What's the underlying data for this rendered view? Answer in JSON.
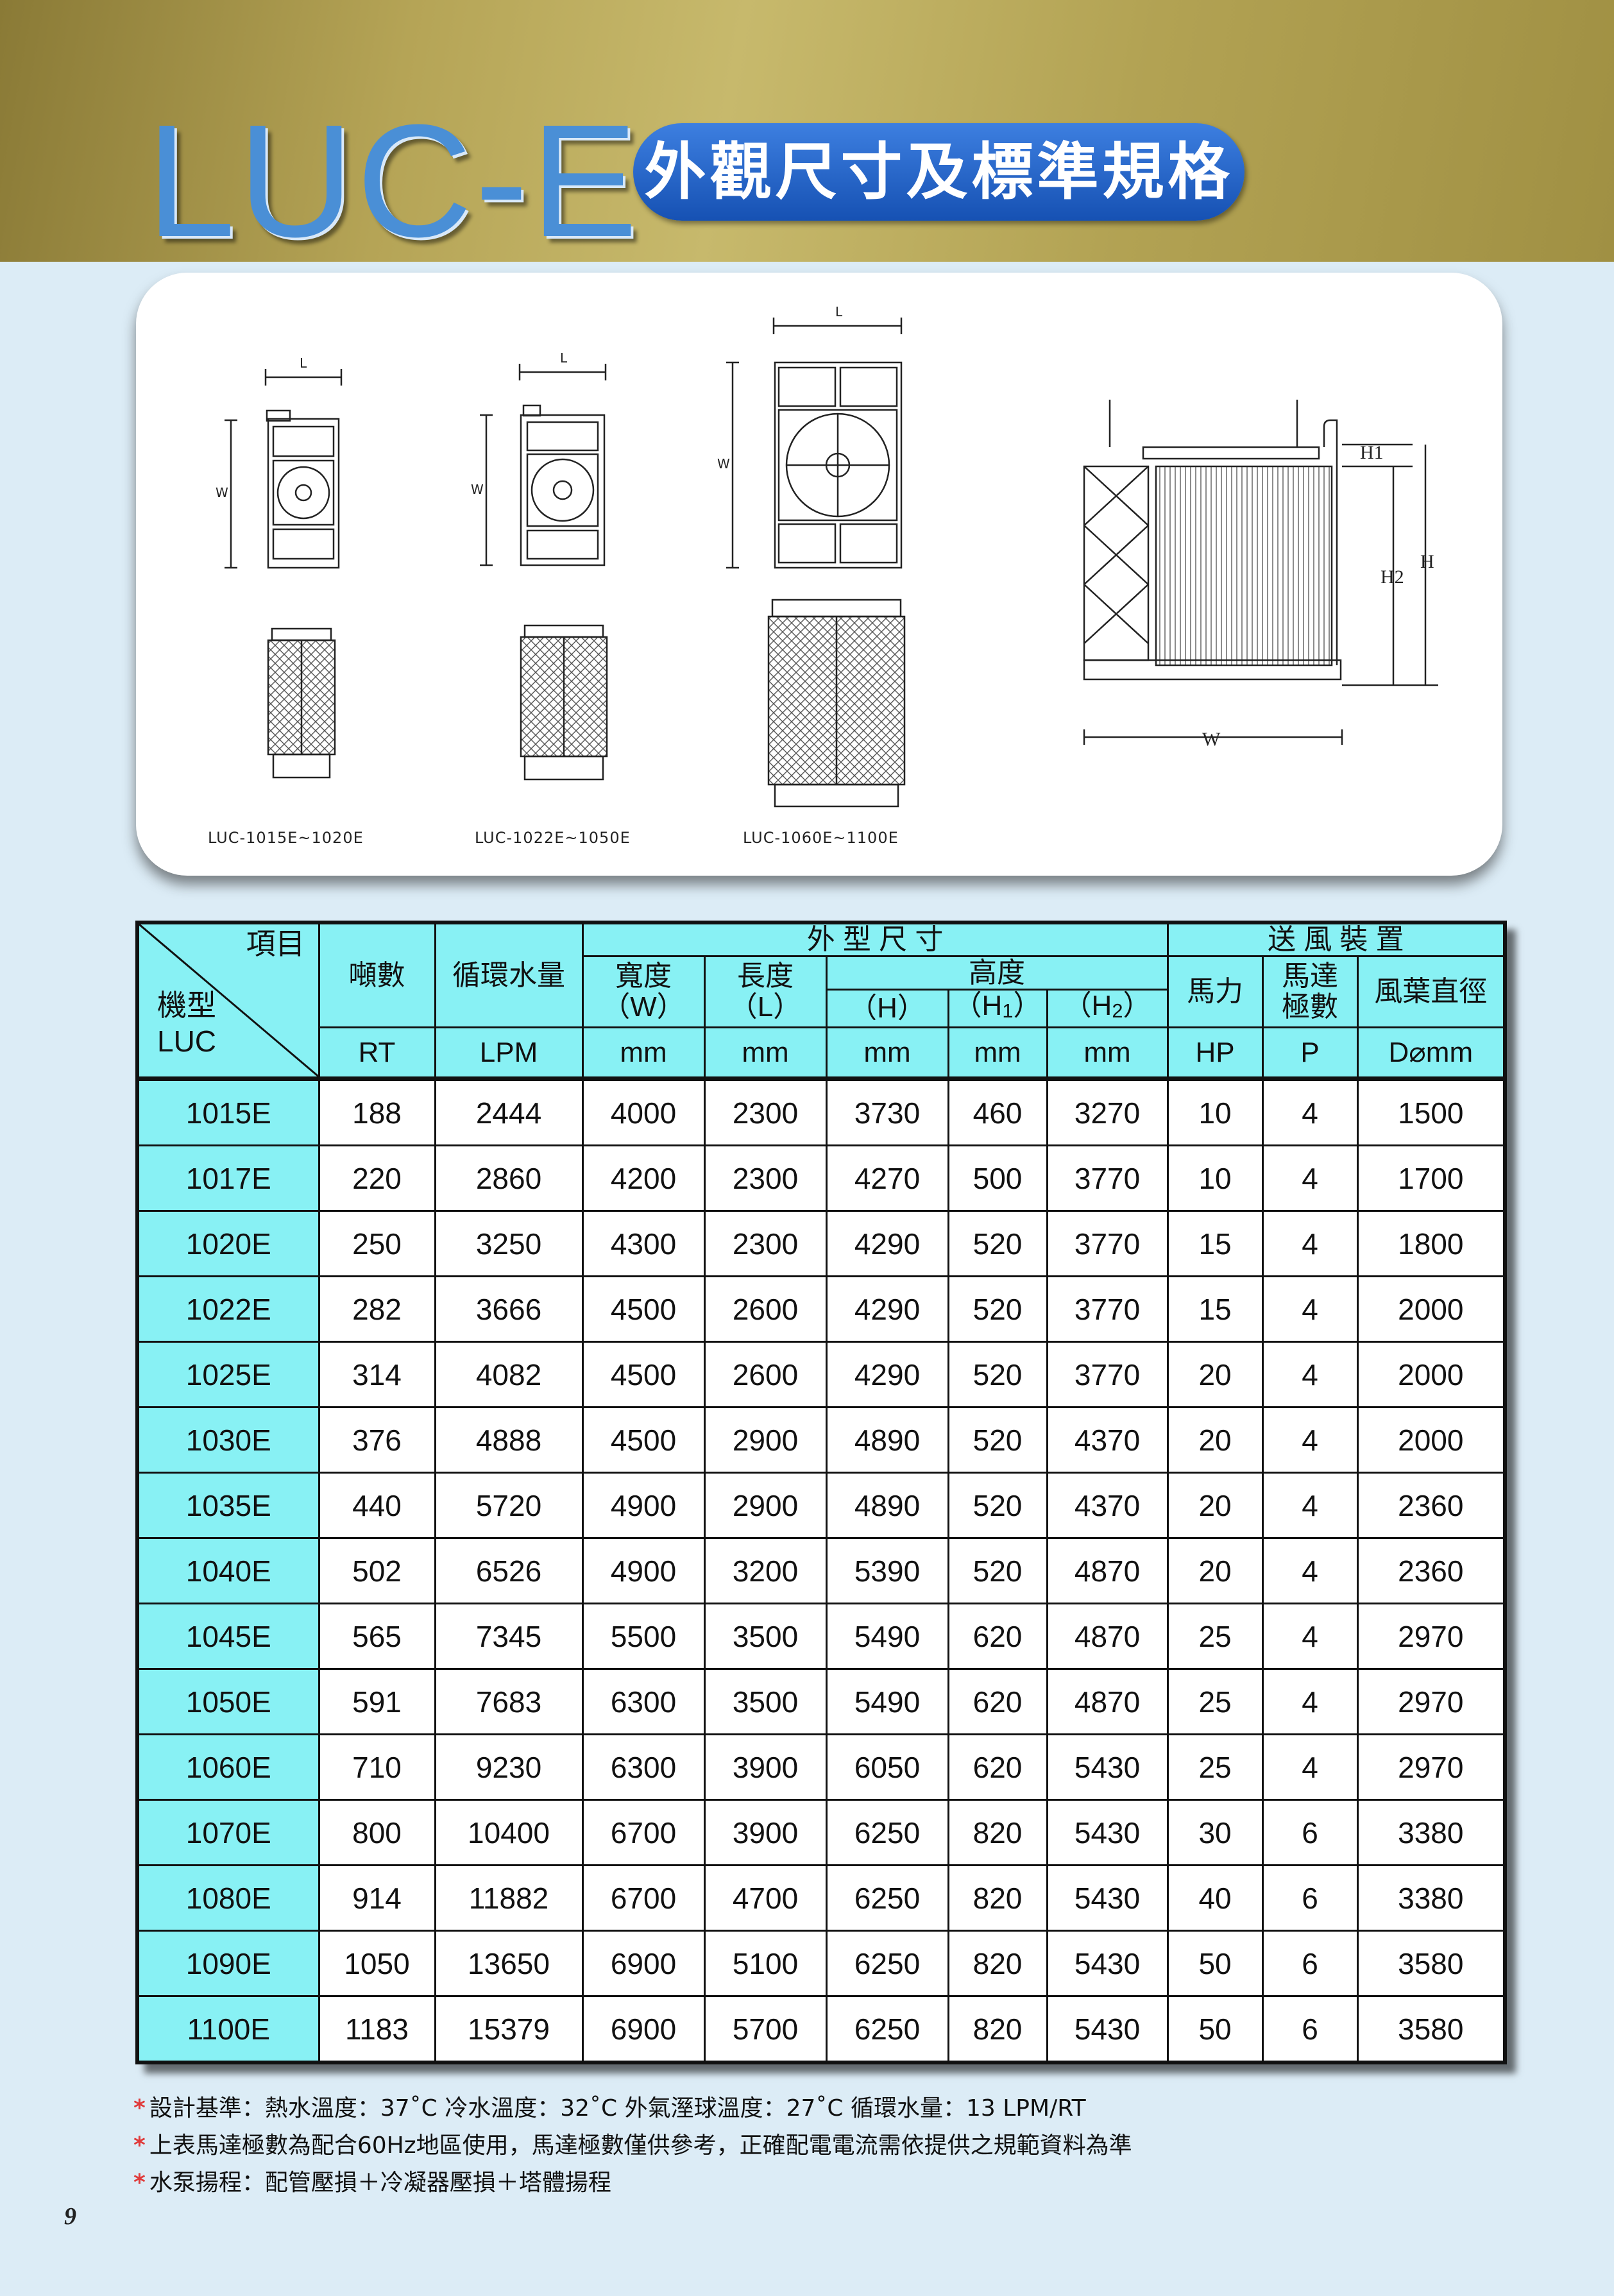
{
  "header": {
    "logo": "LUC-E",
    "subtitle": "外觀尺寸及標準規格"
  },
  "drawings": {
    "captions": [
      "LUC-1015E~1020E",
      "LUC-1022E~1050E",
      "LUC-1060E~1100E"
    ],
    "dimension_labels": {
      "L": "L",
      "W": "W",
      "H": "H",
      "H1": "H1",
      "H2": "H2"
    }
  },
  "table": {
    "corner": {
      "item": "項目",
      "model_line1": "機型",
      "model_line2": "LUC"
    },
    "group_labels": {
      "dimensions": "外 型 尺 寸",
      "fan": "送 風 裝 置",
      "height": "高度"
    },
    "col_labels": {
      "rt": "噸數",
      "lpm": "循環水量",
      "width": "寬度",
      "width_sym": "（W）",
      "length": "長度",
      "length_sym": "（L）",
      "h": "（H）",
      "h1": "（H",
      "h1_sub": "1",
      "h2": "（H",
      "h2_sub": "2",
      "close_paren": "）",
      "hp": "馬力",
      "poles_line1": "馬達",
      "poles_line2": "極數",
      "fan_dia": "風葉直徑"
    },
    "units": [
      "RT",
      "LPM",
      "mm",
      "mm",
      "mm",
      "mm",
      "mm",
      "HP",
      "P",
      "D⌀mm"
    ],
    "rows": [
      [
        "1015E",
        "188",
        "2444",
        "4000",
        "2300",
        "3730",
        "460",
        "3270",
        "10",
        "4",
        "1500"
      ],
      [
        "1017E",
        "220",
        "2860",
        "4200",
        "2300",
        "4270",
        "500",
        "3770",
        "10",
        "4",
        "1700"
      ],
      [
        "1020E",
        "250",
        "3250",
        "4300",
        "2300",
        "4290",
        "520",
        "3770",
        "15",
        "4",
        "1800"
      ],
      [
        "1022E",
        "282",
        "3666",
        "4500",
        "2600",
        "4290",
        "520",
        "3770",
        "15",
        "4",
        "2000"
      ],
      [
        "1025E",
        "314",
        "4082",
        "4500",
        "2600",
        "4290",
        "520",
        "3770",
        "20",
        "4",
        "2000"
      ],
      [
        "1030E",
        "376",
        "4888",
        "4500",
        "2900",
        "4890",
        "520",
        "4370",
        "20",
        "4",
        "2000"
      ],
      [
        "1035E",
        "440",
        "5720",
        "4900",
        "2900",
        "4890",
        "520",
        "4370",
        "20",
        "4",
        "2360"
      ],
      [
        "1040E",
        "502",
        "6526",
        "4900",
        "3200",
        "5390",
        "520",
        "4870",
        "20",
        "4",
        "2360"
      ],
      [
        "1045E",
        "565",
        "7345",
        "5500",
        "3500",
        "5490",
        "620",
        "4870",
        "25",
        "4",
        "2970"
      ],
      [
        "1050E",
        "591",
        "7683",
        "6300",
        "3500",
        "5490",
        "620",
        "4870",
        "25",
        "4",
        "2970"
      ],
      [
        "1060E",
        "710",
        "9230",
        "6300",
        "3900",
        "6050",
        "620",
        "5430",
        "25",
        "4",
        "2970"
      ],
      [
        "1070E",
        "800",
        "10400",
        "6700",
        "3900",
        "6250",
        "820",
        "5430",
        "30",
        "6",
        "3380"
      ],
      [
        "1080E",
        "914",
        "11882",
        "6700",
        "4700",
        "6250",
        "820",
        "5430",
        "40",
        "6",
        "3380"
      ],
      [
        "1090E",
        "1050",
        "13650",
        "6900",
        "5100",
        "6250",
        "820",
        "5430",
        "50",
        "6",
        "3580"
      ],
      [
        "1100E",
        "1183",
        "15379",
        "6900",
        "5700",
        "6250",
        "820",
        "5430",
        "50",
        "6",
        "3580"
      ]
    ]
  },
  "notes": {
    "mark": "*",
    "lines": [
      "設計基準：熱水溫度：37˚C  冷水溫度：32˚C  外氣溼球溫度：27˚C  循環水量：13 LPM/RT",
      "上表馬達極數為配合60Hz地區使用，馬達極數僅供參考，正確配電電流需依提供之規範資料為準",
      "水泵揚程：配管壓損＋冷凝器壓損＋塔體揚程"
    ]
  },
  "page_number": "9"
}
